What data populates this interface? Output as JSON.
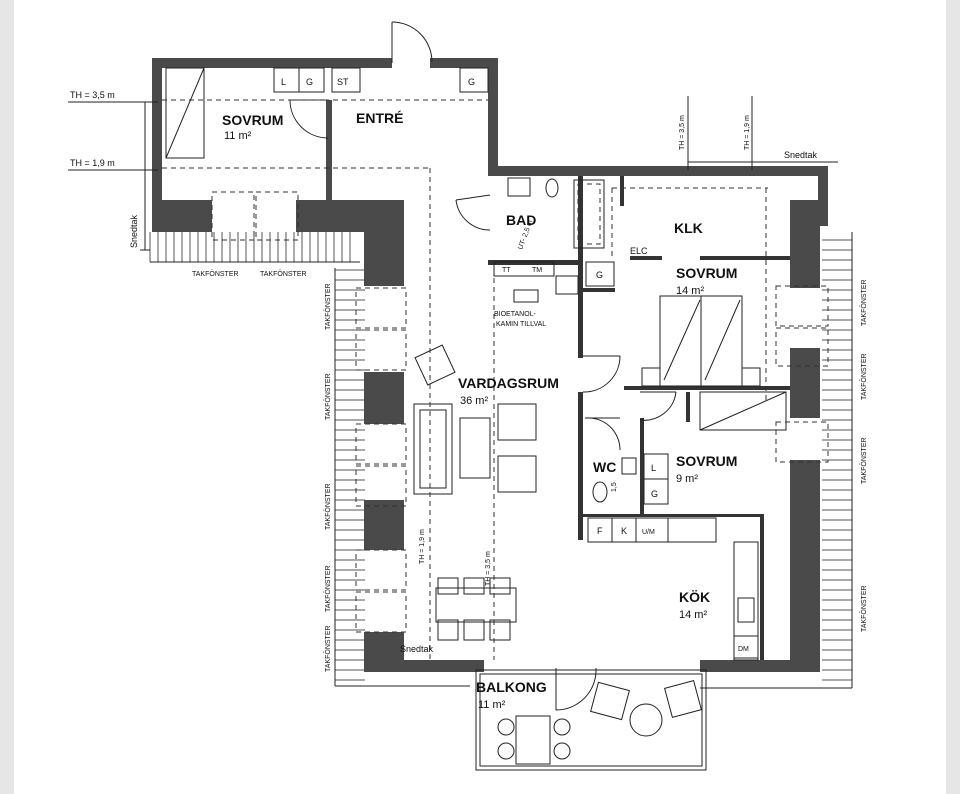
{
  "rooms": {
    "sovrum1": {
      "name": "SOVRUM",
      "area": "11 m²"
    },
    "entre": {
      "name": "ENTRÉ"
    },
    "bad": {
      "name": "BAD",
      "note": "UT- 2,5 m"
    },
    "klk": {
      "name": "KLK"
    },
    "elc": {
      "name": "ELC"
    },
    "sovrum2": {
      "name": "SOVRUM",
      "area": "14 m²"
    },
    "vardagsrum": {
      "name": "VARDAGSRUM",
      "area": "36 m²"
    },
    "wc": {
      "name": "WC",
      "note": "1,5"
    },
    "sovrum3": {
      "name": "SOVRUM",
      "area": "9 m²"
    },
    "kok": {
      "name": "KÖK",
      "area": "14 m²"
    },
    "balkong": {
      "name": "BALKONG",
      "area": "11 m²"
    }
  },
  "labels": {
    "th35": "TH = 3,5 m",
    "th19": "TH = 1,9 m",
    "th35_vertical": "TH = 3,5 m",
    "th19_vertical": "TH = 1,9 m",
    "th35_living": "TH = 3,5 m",
    "th19_living": "TH = 1,9 m",
    "snedtak": "Snedtak",
    "takfonster": "TAKFÖNSTER",
    "bioetanol_line1": "BIOETANOL-",
    "bioetanol_line2": "KAMIN TILLVAL"
  },
  "fixtures": {
    "l": "L",
    "g": "G",
    "st": "ST",
    "tt": "TT",
    "tm": "TM",
    "f": "F",
    "k": "K",
    "um": "U/M",
    "dm": "DM"
  }
}
